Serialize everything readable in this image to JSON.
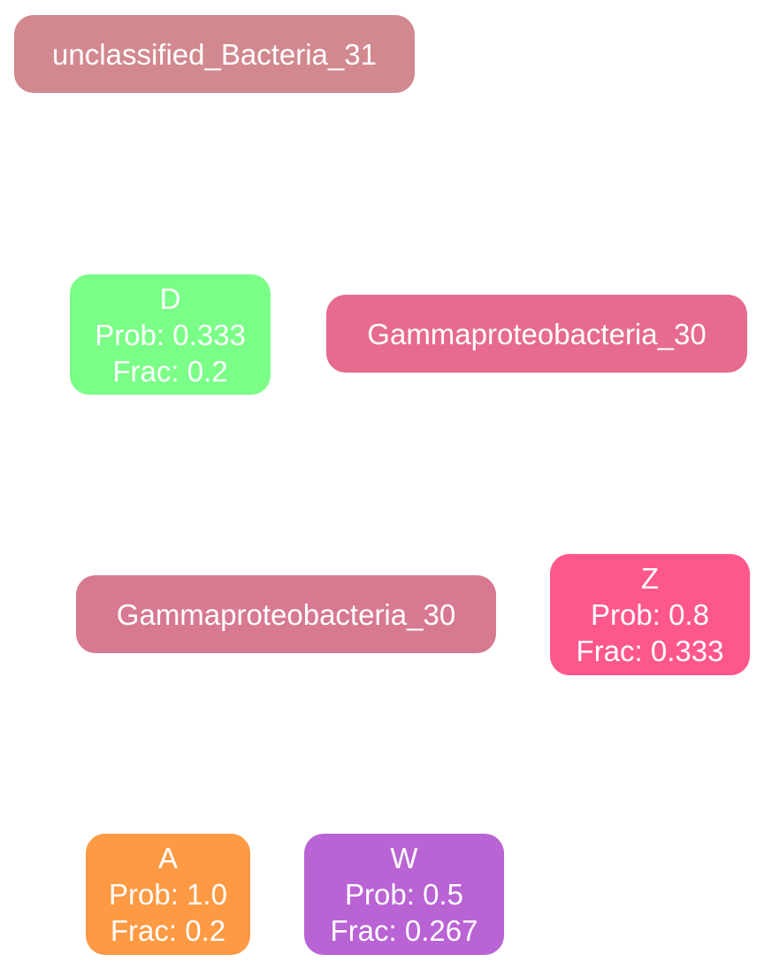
{
  "nodes": {
    "unclassified": {
      "label": "unclassified_Bacteria_31",
      "color": "#D2888F"
    },
    "d": {
      "name": "D",
      "prob": "Prob: 0.333",
      "frac": "Frac: 0.2",
      "color": "#7BFE87"
    },
    "gamma_top": {
      "label": "Gammaproteobacteria_30",
      "color": "#E66B8E"
    },
    "gamma_mid": {
      "label": "Gammaproteobacteria_30",
      "color": "#D77990"
    },
    "z": {
      "name": "Z",
      "prob": "Prob: 0.8",
      "frac": "Frac: 0.333",
      "color": "#FE578C"
    },
    "a": {
      "name": "A",
      "prob": "Prob: 1.0",
      "frac": "Frac: 0.2",
      "color": "#FE9A43"
    },
    "w": {
      "name": "W",
      "prob": "Prob: 0.5",
      "frac": "Frac: 0.267",
      "color": "#B963D4"
    }
  }
}
